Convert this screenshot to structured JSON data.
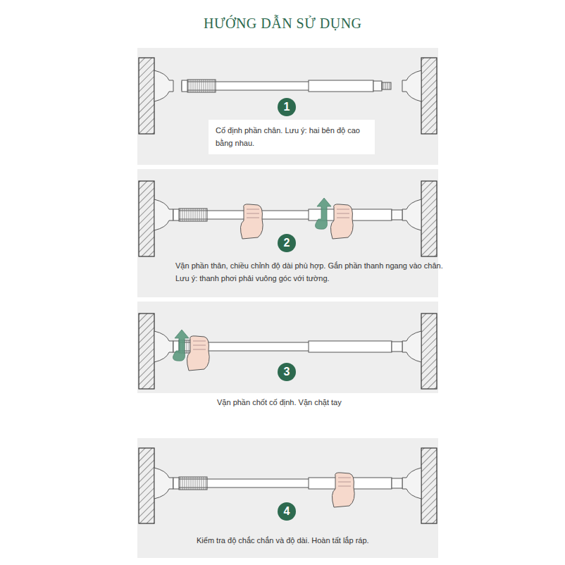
{
  "diagram": {
    "title": "HƯỚNG DẪN SỬ DỤNG",
    "nodes": [
      {
        "text": [
          "1"
        ]
      },
      {
        "text": [
          "Cố định phần chân. Lưu ý: hai bên độ cao bằng nhau."
        ]
      },
      {
        "text": [
          "2"
        ]
      },
      {
        "text": [
          "3"
        ]
      },
      {
        "text": [
          "4"
        ]
      }
    ],
    "labels": [
      "Vặn phần thân, chiều chỉnh độ dài phù hợp. Gắn phần thanh ngang vào chân. Lưu ý: thanh phơi phải vuông góc với tường.",
      "Vặn phần chốt cố định. Vặn chặt tay",
      "Kiểm tra độ chắc chắn và độ dài. Hoàn tất lắp ráp."
    ]
  }
}
